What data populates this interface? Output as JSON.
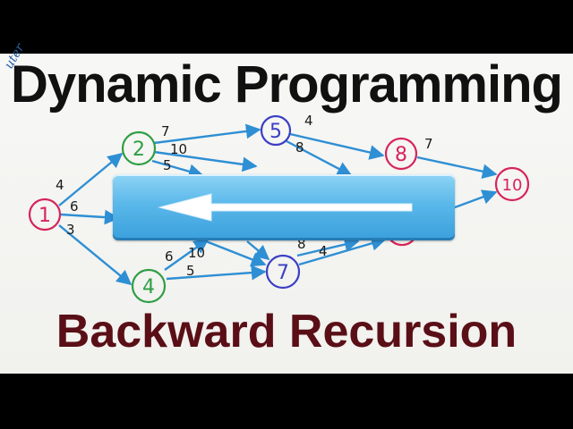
{
  "title": "Dynamic Programming",
  "subtitle": "Backward Recursion",
  "corner_text": "uter",
  "colors": {
    "title": "#111111",
    "subtitle": "#5a0f16",
    "edge": "#2e8fd4",
    "banner": "#5ab8ea",
    "banner_arrow": "#ffffff"
  },
  "nodes": [
    {
      "id": "1",
      "label": "1",
      "color": "#d6245a"
    },
    {
      "id": "2",
      "label": "2",
      "color": "#2f9e44"
    },
    {
      "id": "4",
      "label": "4",
      "color": "#2f9e44"
    },
    {
      "id": "5",
      "label": "5",
      "color": "#3b3fc4"
    },
    {
      "id": "7",
      "label": "7",
      "color": "#3b3fc4"
    },
    {
      "id": "8",
      "label": "8",
      "color": "#d6245a"
    },
    {
      "id": "10",
      "label": "10",
      "color": "#d6245a"
    }
  ],
  "edge_weights": [
    "4",
    "6",
    "3",
    "7",
    "10",
    "5",
    "4",
    "8",
    "7",
    "6",
    "10",
    "5",
    "8",
    "4"
  ],
  "banner": {
    "arrow_direction": "left",
    "arrow_icon": "left-arrow-icon"
  }
}
